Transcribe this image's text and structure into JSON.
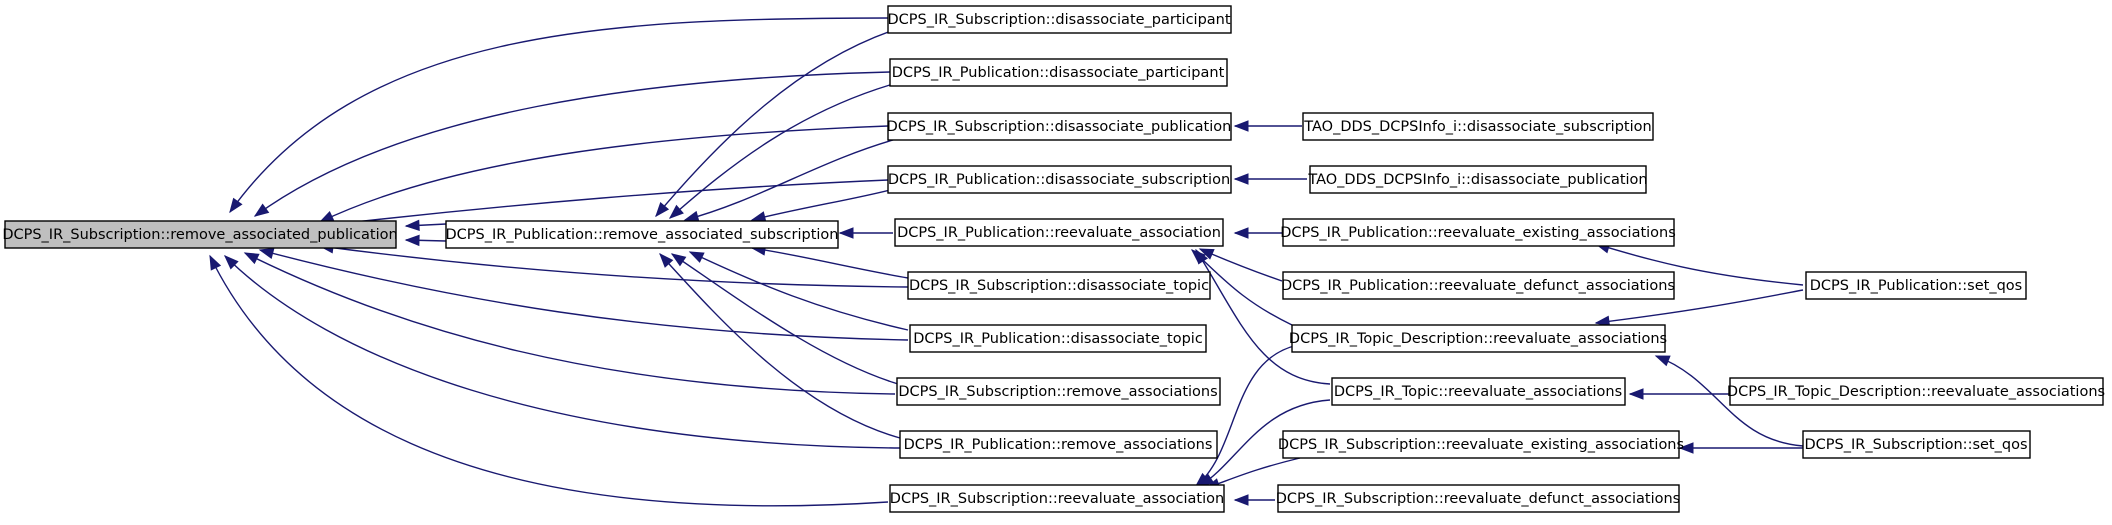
{
  "colors": {
    "edge": "#191970",
    "node_border": "#000000",
    "root_fill": "#bfbfbf",
    "node_fill": "#ffffff"
  },
  "nodes": {
    "root": "DCPS_IR_Subscription::remove_associated_publication",
    "pub_remove_assoc_sub": "DCPS_IR_Publication::remove_associated_subscription",
    "sub_disassoc_participant": "DCPS_IR_Subscription::disassociate_participant",
    "pub_disassoc_participant": "DCPS_IR_Publication::disassociate_participant",
    "sub_disassoc_publication": "DCPS_IR_Subscription::disassociate_publication",
    "pub_disassoc_subscription": "DCPS_IR_Publication::disassociate_subscription",
    "pub_reevaluate_association": "DCPS_IR_Publication::reevaluate_association",
    "sub_disassoc_topic": "DCPS_IR_Subscription::disassociate_topic",
    "pub_disassoc_topic": "DCPS_IR_Publication::disassociate_topic",
    "sub_remove_associations": "DCPS_IR_Subscription::remove_associations",
    "pub_remove_associations": "DCPS_IR_Publication::remove_associations",
    "sub_reevaluate_association": "DCPS_IR_Subscription::reevaluate_association",
    "tao_disassoc_subscription": "TAO_DDS_DCPSInfo_i::disassociate_subscription",
    "tao_disassoc_publication": "TAO_DDS_DCPSInfo_i::disassociate_publication",
    "pub_reeval_existing": "DCPS_IR_Publication::reevaluate_existing_associations",
    "pub_reeval_defunct": "DCPS_IR_Publication::reevaluate_defunct_associations",
    "topicdesc_reeval": "DCPS_IR_Topic_Description::reevaluate_associations",
    "topic_reeval": "DCPS_IR_Topic::reevaluate_associations",
    "sub_reeval_existing": "DCPS_IR_Subscription::reevaluate_existing_associations",
    "sub_reeval_defunct": "DCPS_IR_Subscription::reevaluate_defunct_associations",
    "pub_set_qos": "DCPS_IR_Publication::set_qos",
    "topicdesc_reeval_2": "DCPS_IR_Topic_Description::reevaluate_associations",
    "sub_set_qos": "DCPS_IR_Subscription::set_qos"
  }
}
